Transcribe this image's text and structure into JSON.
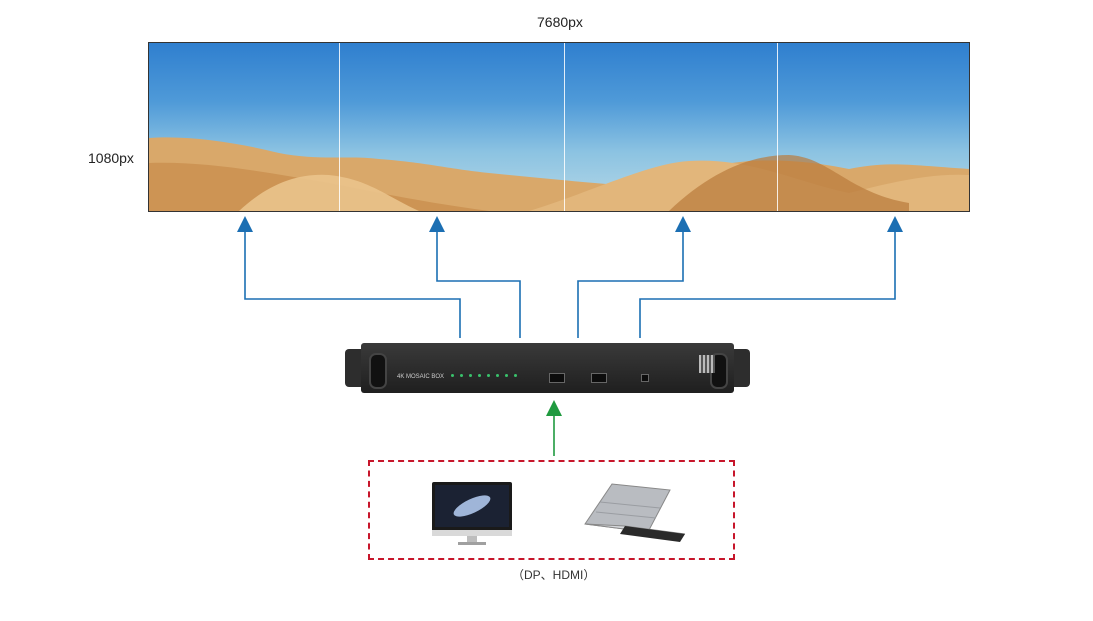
{
  "dimensions": {
    "width_label": "7680px",
    "height_label": "1080px"
  },
  "device": {
    "name_label": "4K MOSAIC BOX"
  },
  "sources": {
    "label": "（DP、HDMI）",
    "devices": [
      "desktop-monitor",
      "laptop"
    ]
  },
  "colors": {
    "output_arrow": "#1c6fb3",
    "input_arrow": "#1f9a3f",
    "source_box_border": "#c7162b"
  }
}
